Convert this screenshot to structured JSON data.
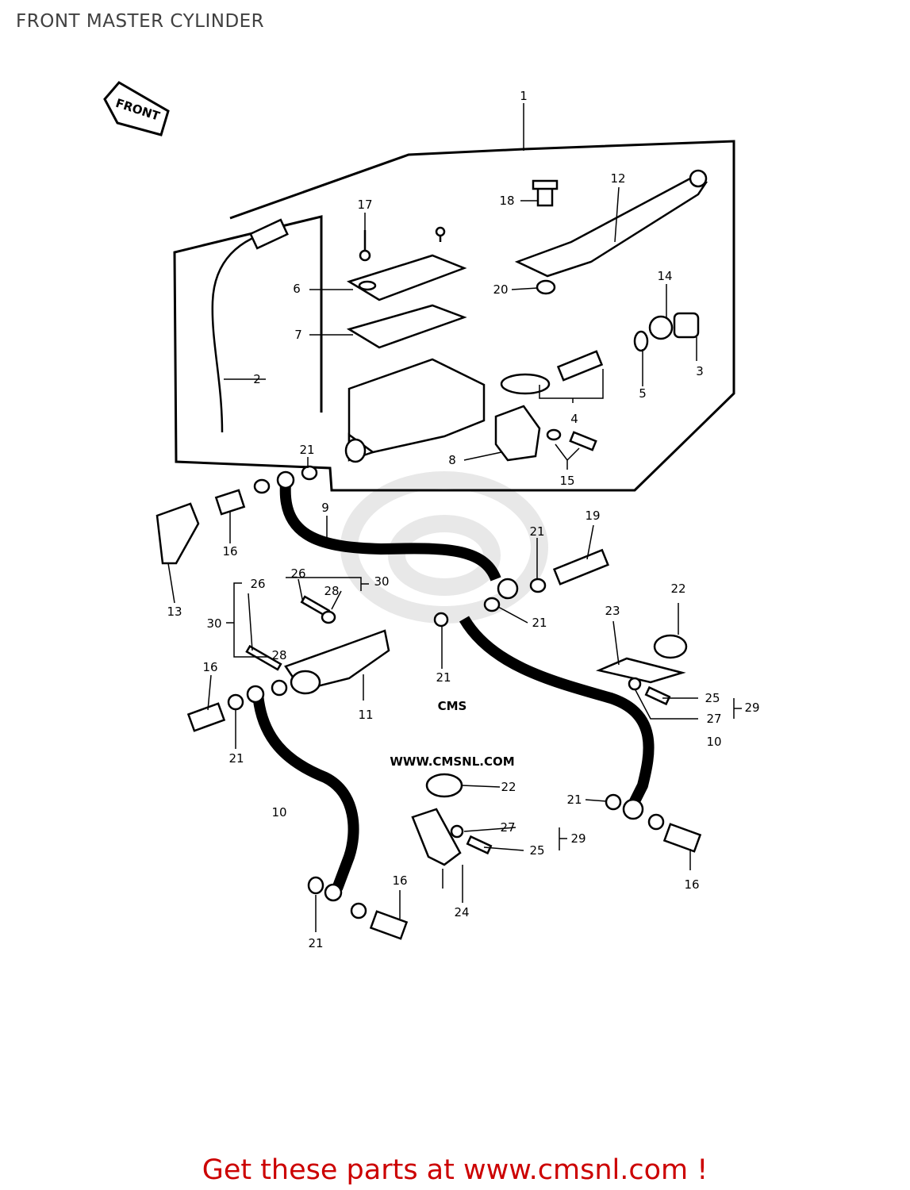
{
  "header": {
    "title": "FRONT MASTER CYLINDER"
  },
  "direction_tag": {
    "label": "FRONT"
  },
  "watermark": {
    "brand": "CMS",
    "url": "WWW.CMSNL.COM"
  },
  "callouts": {
    "c1": "1",
    "c2": "2",
    "c3": "3",
    "c4": "4",
    "c5": "5",
    "c6": "6",
    "c7": "7",
    "c8": "8",
    "c9": "9",
    "c10a": "10",
    "c10b": "10",
    "c11": "11",
    "c12": "12",
    "c13": "13",
    "c14": "14",
    "c15": "15",
    "c16a": "16",
    "c16b": "16",
    "c16c": "16",
    "c16d": "16",
    "c17": "17",
    "c18": "18",
    "c19": "19",
    "c20": "20",
    "c21a": "21",
    "c21b": "21",
    "c21c": "21",
    "c21d": "21",
    "c21e": "21",
    "c21f": "21",
    "c21g": "21",
    "c22a": "22",
    "c22b": "22",
    "c23": "23",
    "c24": "24",
    "c25a": "25",
    "c25b": "25",
    "c26a": "26",
    "c26b": "26",
    "c27a": "27",
    "c27b": "27",
    "c28a": "28",
    "c28b": "28",
    "c29a": "29",
    "c29b": "29",
    "c30a": "30",
    "c30b": "30"
  },
  "footer": {
    "cta": "Get these parts at www.cmsnl.com !"
  },
  "colors": {
    "line": "#000000",
    "cta": "#cc0000",
    "title": "#404040",
    "watermark": "#e6e6e6"
  }
}
